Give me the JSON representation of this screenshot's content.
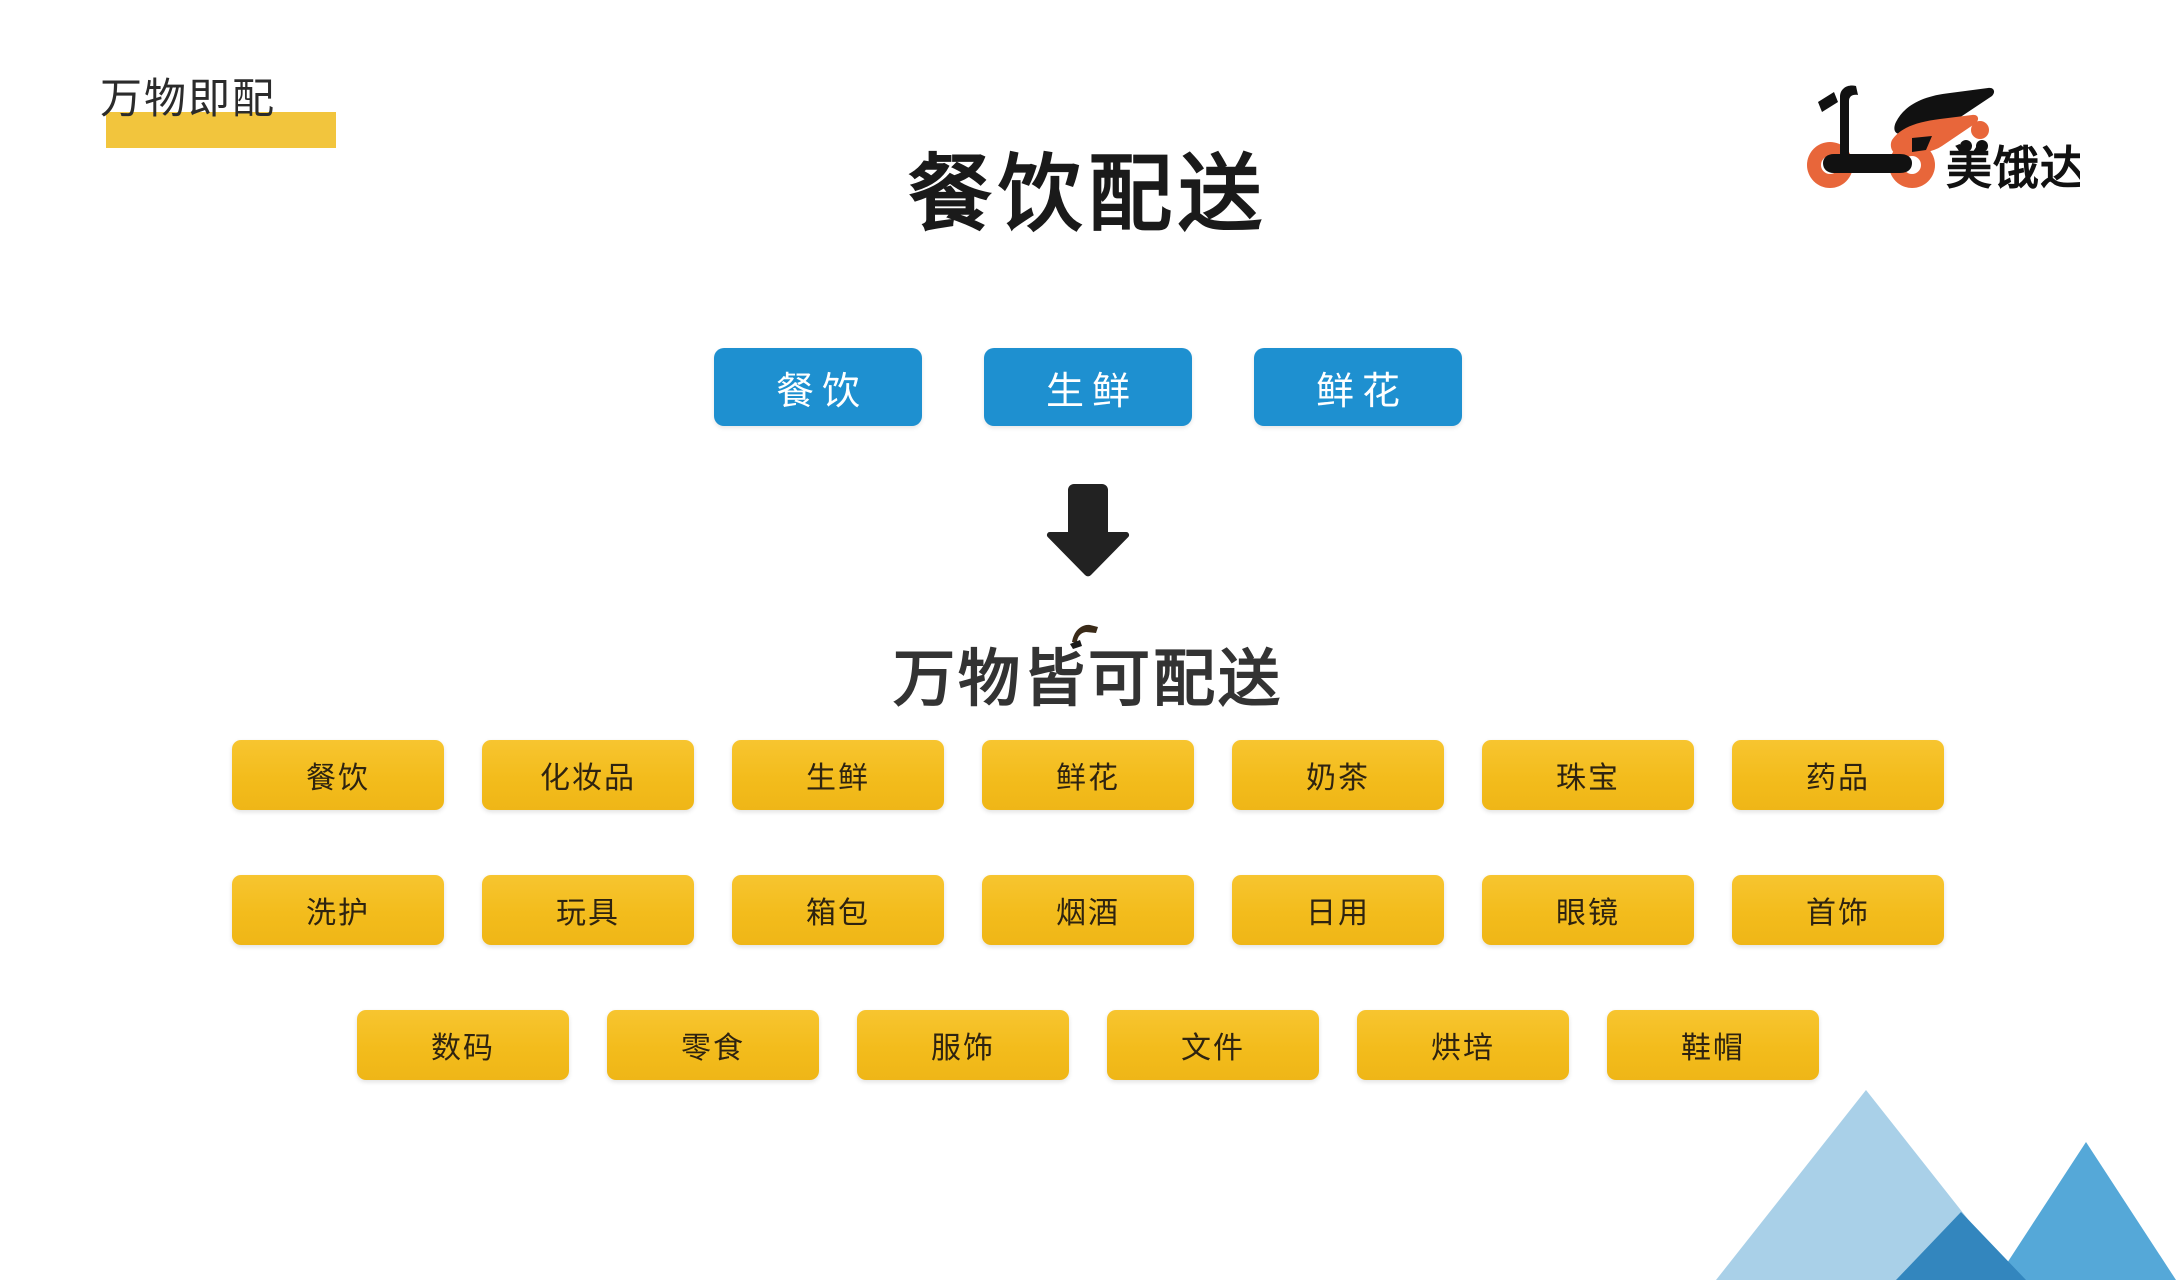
{
  "brand": {
    "kicker": "万物即配",
    "logo_text": "美饿达",
    "logo_icon": "scooter-icon",
    "accent_yellow": "#F2C53D",
    "accent_orange": "#E8663A",
    "accent_blue": "#1E90D0"
  },
  "header": {
    "title": "餐饮配送"
  },
  "primary_chips": [
    {
      "label": "餐饮"
    },
    {
      "label": "生鲜"
    },
    {
      "label": "鲜花"
    }
  ],
  "flow": {
    "arrow_icon": "arrow-down-icon",
    "subtitle": "万物皆可配送"
  },
  "tag_rows": [
    {
      "tags": [
        {
          "label": "餐饮"
        },
        {
          "label": "化妆品"
        },
        {
          "label": "生鲜"
        },
        {
          "label": "鲜花"
        },
        {
          "label": "奶茶"
        },
        {
          "label": "珠宝"
        },
        {
          "label": "药品"
        }
      ]
    },
    {
      "tags": [
        {
          "label": "洗护"
        },
        {
          "label": "玩具"
        },
        {
          "label": "箱包"
        },
        {
          "label": "烟酒"
        },
        {
          "label": "日用"
        },
        {
          "label": "眼镜"
        },
        {
          "label": "首饰"
        }
      ]
    },
    {
      "tags": [
        {
          "label": "数码"
        },
        {
          "label": "零食"
        },
        {
          "label": "服饰"
        },
        {
          "label": "文件"
        },
        {
          "label": "烘培"
        },
        {
          "label": "鞋帽"
        }
      ]
    }
  ],
  "decoration": {
    "mountains_icon": "mountains-icon",
    "mountain_colors": [
      "#A9D0E8",
      "#55A8D8",
      "#3386BE"
    ]
  }
}
